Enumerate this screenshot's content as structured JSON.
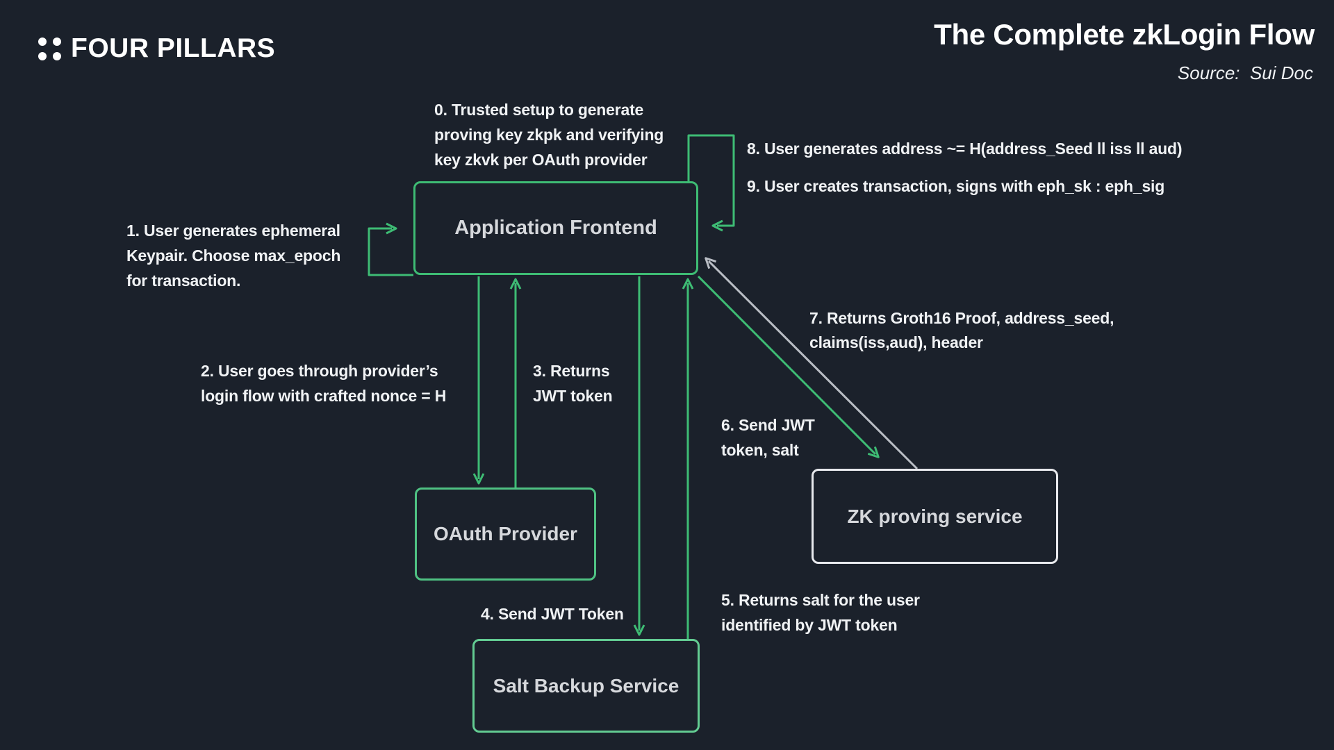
{
  "colors": {
    "background": "#1b212b",
    "green": "#3ebc74",
    "green_soft": "#4fc283",
    "green_light": "#63cc92",
    "gray_arrow": "#b9bdc4",
    "zk_border": "#e8e9ed",
    "box_text": "#d6d8dc",
    "label_text": "#f0f2f4",
    "white": "#ffffff"
  },
  "header": {
    "logo_text": "FOUR PILLARS",
    "title": "The Complete zkLogin Flow",
    "source": "Source:  Sui Doc"
  },
  "nodes": {
    "frontend": "Application Frontend",
    "oauth": "OAuth Provider",
    "zk": "ZK proving service",
    "salt_line1": "Salt Backup",
    "salt_line2": "Service"
  },
  "annotations": {
    "a0": [
      "0. Trusted setup to generate",
      "proving key zkpk and verifying",
      "key zkvk per OAuth provider"
    ],
    "a1": [
      "1. User generates ephemeral",
      "Keypair. Choose max_epoch",
      "for transaction."
    ],
    "a2": [
      "2. User goes through provider’s",
      "login flow with crafted nonce = H"
    ],
    "a3": [
      "3. Returns",
      "JWT token"
    ],
    "a4": [
      "4. Send JWT Token"
    ],
    "a5": [
      "5. Returns salt for the user",
      "identified by JWT token"
    ],
    "a6": [
      "6. Send JWT",
      "token, salt"
    ],
    "a7": [
      "7. Returns Groth16 Proof, address_seed,",
      "claims(iss,aud), header"
    ],
    "a8": [
      "8. User generates address ~= H(address_Seed ll iss ll aud)"
    ],
    "a9": [
      "9. User creates transaction, signs with eph_sk : eph_sig"
    ]
  },
  "arrows": [
    {
      "name": "self-loop-keypair",
      "from": "application-frontend",
      "to": "application-frontend",
      "color": "green"
    },
    {
      "name": "self-loop-trusted-setup",
      "from": "application-frontend",
      "to": "application-frontend",
      "color": "green"
    },
    {
      "name": "login-flow",
      "from": "application-frontend",
      "to": "oauth-provider",
      "color": "green"
    },
    {
      "name": "returns-jwt",
      "from": "oauth-provider",
      "to": "application-frontend",
      "color": "green"
    },
    {
      "name": "send-jwt-token",
      "from": "application-frontend",
      "to": "salt-backup-service",
      "color": "green"
    },
    {
      "name": "returns-salt",
      "from": "salt-backup-service",
      "to": "application-frontend",
      "color": "green"
    },
    {
      "name": "send-jwt-salt",
      "from": "application-frontend",
      "to": "zk-proving-service",
      "color": "green"
    },
    {
      "name": "returns-proof",
      "from": "zk-proving-service",
      "to": "application-frontend",
      "color": "gray"
    }
  ]
}
